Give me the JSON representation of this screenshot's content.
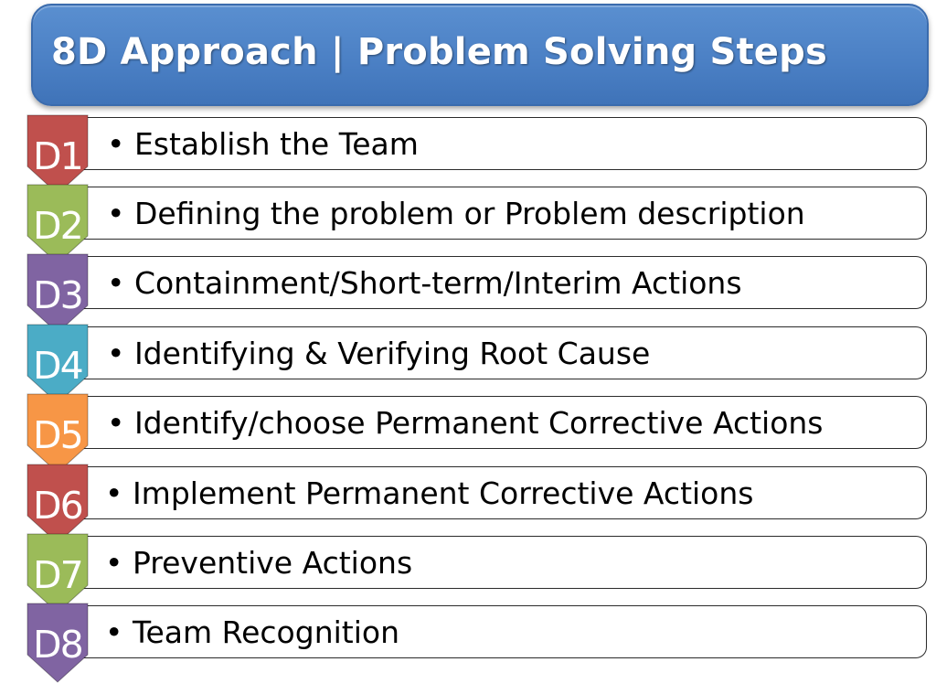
{
  "title": "8D Approach | Problem Solving Steps",
  "steps": [
    {
      "label": "D1",
      "text": "• Establish the Team",
      "color": "#c0504d"
    },
    {
      "label": "D2",
      "text": "• Defining the problem or Problem description",
      "color": "#9bbb59"
    },
    {
      "label": "D3",
      "text": "• Containment/Short-term/Interim Actions",
      "color": "#8064a2"
    },
    {
      "label": "D4",
      "text": "• Identifying & Verifying Root Cause",
      "color": "#4bacc6"
    },
    {
      "label": "D5",
      "text": "• Identify/choose Permanent Corrective Actions",
      "color": "#f79646"
    },
    {
      "label": "D6",
      "text": "• Implement Permanent Corrective Actions",
      "color": "#c0504d"
    },
    {
      "label": "D7",
      "text": "• Preventive Actions",
      "color": "#9bbb59"
    },
    {
      "label": "D8",
      "text": "• Team Recognition",
      "color": "#8064a2"
    }
  ]
}
